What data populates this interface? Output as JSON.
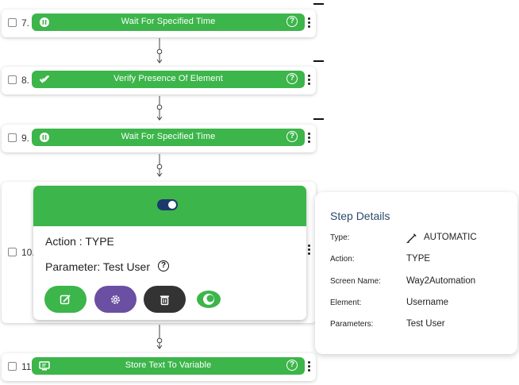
{
  "steps": [
    {
      "number": "7.",
      "label": "Wait For Specified Time",
      "icon": "pause-icon"
    },
    {
      "number": "8.",
      "label": "Verify Presence Of Element",
      "icon": "double-check-icon"
    },
    {
      "number": "9.",
      "label": "Wait For Specified Time",
      "icon": "pause-icon"
    },
    {
      "number": "10.",
      "icon": "toggle-icon"
    },
    {
      "number": "11.",
      "label": "Store Text To Variable",
      "icon": "monitor-icon"
    }
  ],
  "help_glyph": "?",
  "expanded": {
    "action_text": "Action : TYPE",
    "parameter_text": "Parameter: Test User",
    "buttons": [
      "edit-button",
      "settings-button",
      "delete-button",
      "view-button"
    ]
  },
  "details": {
    "title": "Step Details",
    "rows": [
      {
        "key": "Type:",
        "value": "AUTOMATIC"
      },
      {
        "key": "Action:",
        "value": "TYPE"
      },
      {
        "key": "Screen Name:",
        "value": "Way2Automation"
      },
      {
        "key": "Element:",
        "value": "Username"
      },
      {
        "key": "Parameters:",
        "value": "Test User"
      }
    ]
  },
  "colors": {
    "green": "#3cb54a",
    "purple": "#6b4fa3",
    "dark": "#333333",
    "toggle": "#1b3a6b",
    "title": "#2a4a6b"
  }
}
